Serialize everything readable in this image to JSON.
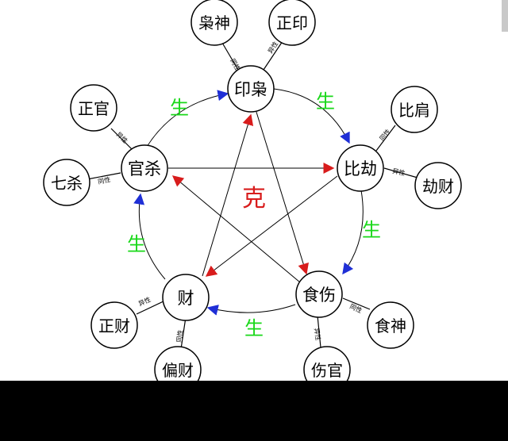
{
  "colors": {
    "generate_arrow": "#1f2fd6",
    "control_arrow": "#d81c1c",
    "generate_label": "#1ad81a",
    "control_label": "#d81c1c",
    "node_stroke": "#000000"
  },
  "labels": {
    "control": "克",
    "generate": "生"
  },
  "main_nodes": {
    "yinxiao": "印枭",
    "bijie": "比劫",
    "shishang": "食伤",
    "cai": "财",
    "guansha": "官杀"
  },
  "sub_nodes": {
    "xiaoshen": "枭神",
    "zhengyin": "正印",
    "bijian": "比肩",
    "jiecai": "劫财",
    "shishen": "食神",
    "shangguan": "伤官",
    "zhengcai": "正财",
    "piancai": "偏财",
    "zhengguan": "正官",
    "qisha": "七杀"
  },
  "link_labels": {
    "same": "同性",
    "diff": "异性"
  }
}
